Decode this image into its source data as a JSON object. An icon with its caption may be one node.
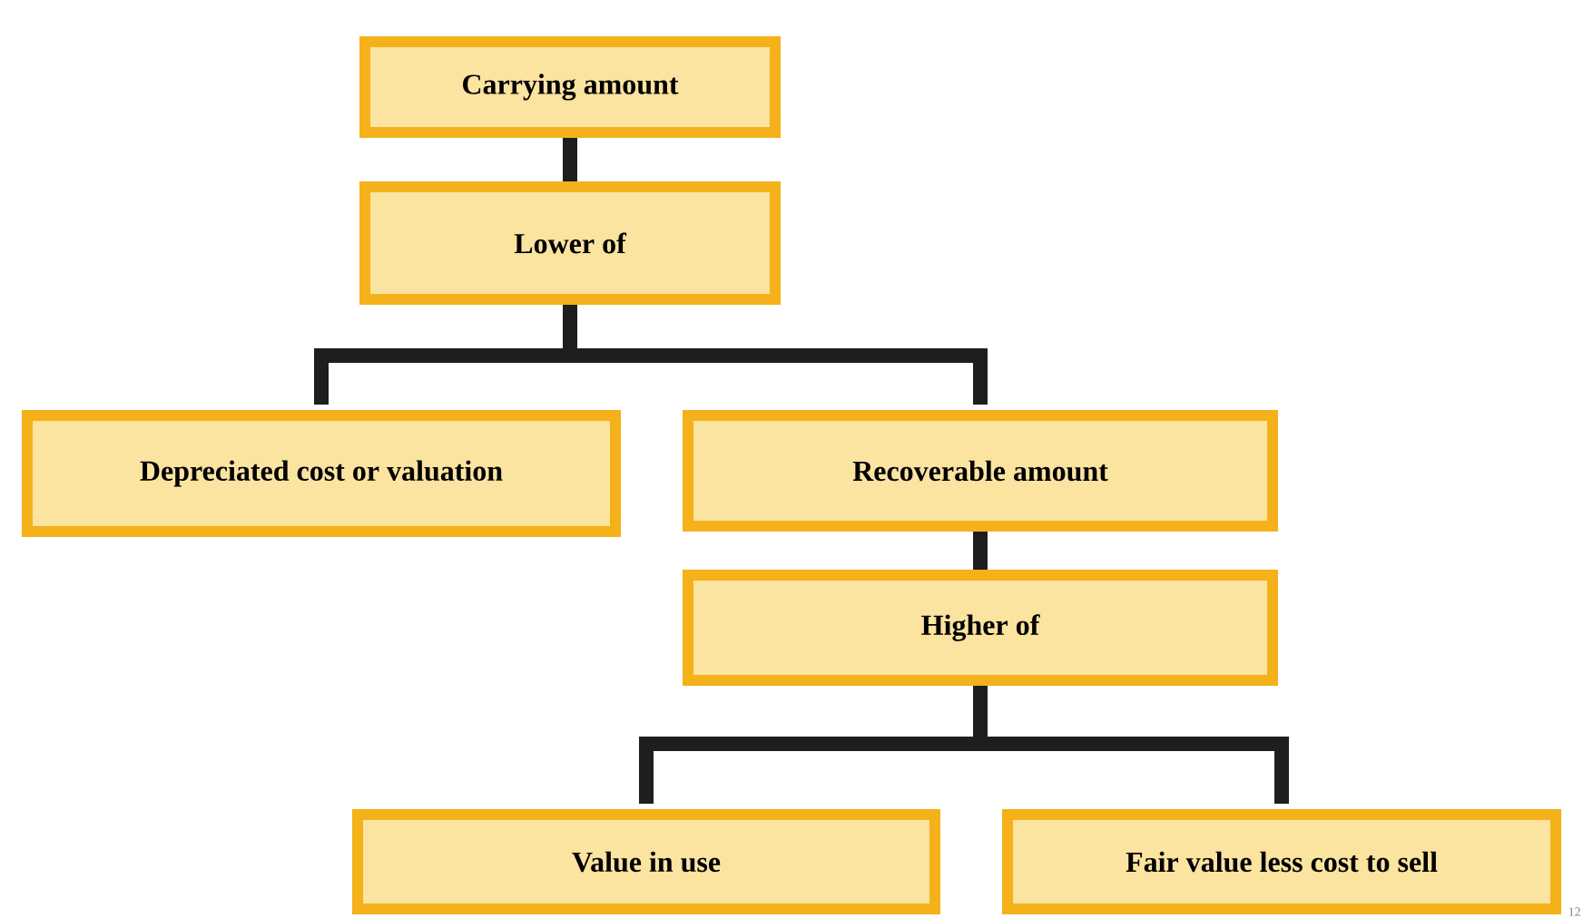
{
  "diagram": {
    "nodes": [
      {
        "text": [
          "Carrying amount"
        ]
      },
      {
        "text": [
          "Lower of"
        ]
      },
      {
        "text": [
          "Depreciated cost or valuation"
        ]
      },
      {
        "text": [
          "Recoverable amount"
        ]
      },
      {
        "text": [
          "Higher of"
        ]
      },
      {
        "text": [
          "Value in use"
        ]
      },
      {
        "text": [
          "Fair value less cost to sell"
        ]
      }
    ],
    "edges": [
      {
        "from": 0,
        "to": 1,
        "arrow": "none"
      },
      {
        "from": 1,
        "to": 2,
        "arrow": "none"
      },
      {
        "from": 1,
        "to": 3,
        "arrow": "none"
      },
      {
        "from": 3,
        "to": 4,
        "arrow": "none"
      },
      {
        "from": 4,
        "to": 5,
        "arrow": "none"
      },
      {
        "from": 4,
        "to": 6,
        "arrow": "none"
      }
    ],
    "labels": [
      "12"
    ]
  }
}
